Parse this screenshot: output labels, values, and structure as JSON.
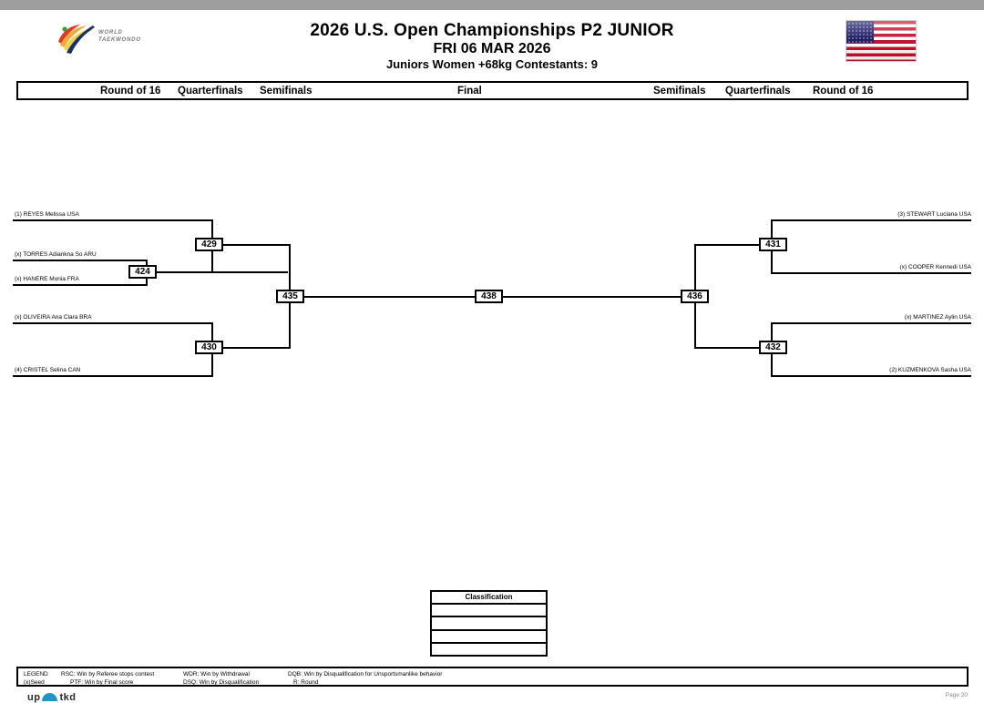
{
  "header": {
    "title": "2026 U.S. Open Championships P2 JUNIOR",
    "date": "FRI 06 MAR 2026",
    "subtitle": "Juniors  Women +68kg  Contestants: 9",
    "logo_line1": "WORLD",
    "logo_line2": "TAEKWONDO",
    "flag_name": "usa-flag"
  },
  "round_bar": {
    "r16_left": "Round of 16",
    "qf_left": "Quarterfinals",
    "sf_left": "Semifinals",
    "final": "Final",
    "sf_right": "Semifinals",
    "qf_right": "Quarterfinals",
    "r16_right": "Round of 16"
  },
  "bracket": {
    "left_athletes": [
      {
        "label": "(1) REYES Melissa USA"
      },
      {
        "label": "(x) TORRES Adiankna So ARU"
      },
      {
        "label": "(x) HANERE Monia FRA"
      },
      {
        "label": "(x) OLIVEIRA Ana Clara BRA"
      },
      {
        "label": "(4) CRISTEL Selina CAN"
      }
    ],
    "right_athletes": [
      {
        "label": "(3) STEWART Luciana USA"
      },
      {
        "label": "(x) COOPER Kennedi USA"
      },
      {
        "label": "(x) MARTINEZ Aylin USA"
      },
      {
        "label": "(2) KUZMENKOVA Sasha USA"
      }
    ],
    "matches": {
      "m424": "424",
      "m429": "429",
      "m430": "430",
      "m431": "431",
      "m432": "432",
      "m435": "435",
      "m436": "436",
      "m438": "438"
    }
  },
  "classification": {
    "header": "Classification",
    "rows": [
      "",
      "",
      "",
      ""
    ]
  },
  "legend": {
    "label": "LEGEND",
    "seed": "(x)Seed",
    "rsc": "RSC: Win by Referee stops contest",
    "ptf": "PTF: Win by Final score",
    "wdr": "WDR: Win by Withdrawal",
    "dsq": "DSQ: Win by Disqualification",
    "dqb": "DQB: Win by Disqualification for Unsportsmanlike behavior",
    "r": "R: Round"
  },
  "footer": {
    "brand_left": "up",
    "brand_right": "tkd",
    "page": "Page 20"
  }
}
